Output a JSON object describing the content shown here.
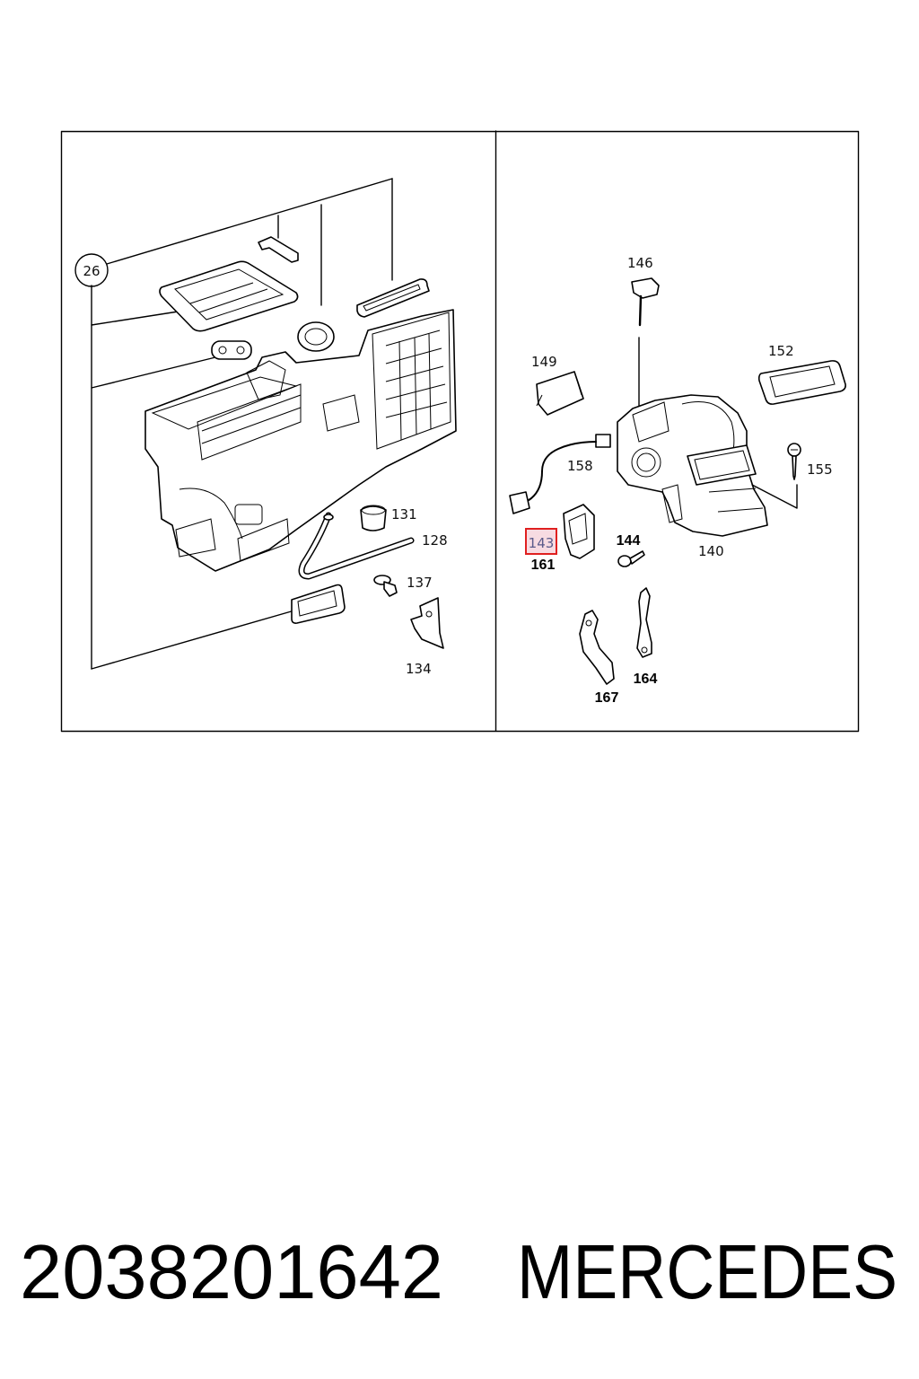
{
  "callouts": {
    "c26": "26",
    "c131": "131",
    "c128": "128",
    "c137": "137",
    "c134": "134",
    "c146": "146",
    "c149": "149",
    "c152": "152",
    "c158": "158",
    "c155": "155",
    "c143": "143",
    "c161": "161",
    "c144": "144",
    "c140": "140",
    "c164": "164",
    "c167": "167"
  },
  "footer": {
    "part_number": "2038201642",
    "brand": "MERCEDES"
  },
  "colors": {
    "highlight_border": "#e02020",
    "highlight_fill": "#f7dbe2",
    "line": "#000000"
  }
}
